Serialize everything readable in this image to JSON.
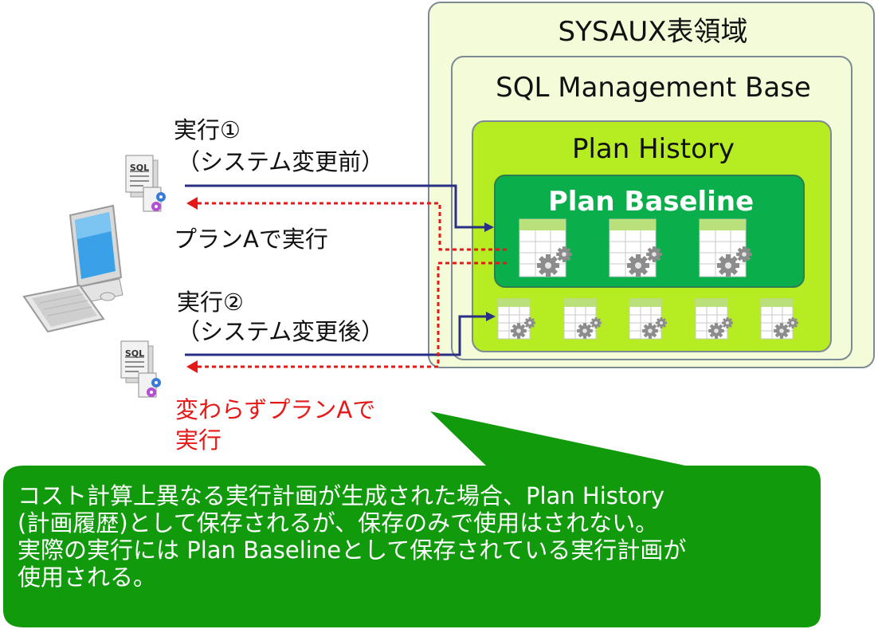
{
  "containers": {
    "sysaux": "SYSAUX表領域",
    "sql_management_base": "SQL Management Base",
    "plan_history": "Plan History",
    "plan_baseline": "Plan Baseline"
  },
  "execution1": {
    "title": "実行①",
    "subtitle": "（システム変更前）",
    "result": "プランAで実行"
  },
  "execution2": {
    "title": "実行②",
    "subtitle": "（システム変更後）",
    "result_line1": "変わらずプランAで",
    "result_line2": "実行"
  },
  "document_icon_label": "SQL",
  "callout": {
    "line1": "コスト計算上異なる実行計画が生成された場合、Plan History",
    "line2": "(計画履歴)として保存されるが、保存のみで使用はされない。",
    "line3": "実際の実行には Plan Baselineとして保存されている実行計画が",
    "line4": "使用される。"
  },
  "colors": {
    "container_fill": "#f3fbd9",
    "plan_history_fill": "#b6ec22",
    "plan_baseline_fill": "#0aae4b",
    "callout_fill": "#109a0c",
    "execute_arrow": "#2a2f85",
    "result_arrow": "#e61919"
  }
}
